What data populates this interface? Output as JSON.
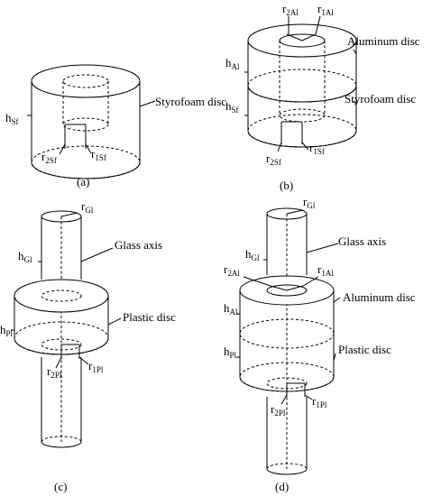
{
  "panels": {
    "a": {
      "caption": "(a)",
      "h_label": {
        "main": "h",
        "sub": "Sf"
      },
      "r1_label": {
        "main": "r",
        "sub": "1Sf"
      },
      "r2_label": {
        "main": "r",
        "sub": "2Sf"
      },
      "disc_label": "Styrofoam disc"
    },
    "b": {
      "caption": "(b)",
      "r2al_label": {
        "main": "r",
        "sub": "2Al"
      },
      "r1al_label": {
        "main": "r",
        "sub": "1Al"
      },
      "hal_label": {
        "main": "h",
        "sub": "Al"
      },
      "hsf_label": {
        "main": "h",
        "sub": "Sf"
      },
      "r2sf_label": {
        "main": "r",
        "sub": "2Sf"
      },
      "r1sf_label": {
        "main": "r",
        "sub": "1Sf"
      },
      "aluminum_label": "Aluminum disc",
      "styrofoam_label": "Styrofoam disc"
    },
    "c": {
      "caption": "(c)",
      "rgl_label": {
        "main": "r",
        "sub": "Gl"
      },
      "hgl_label": {
        "main": "h",
        "sub": "Gl"
      },
      "hpl_label": {
        "main": "h",
        "sub": "Pl"
      },
      "r2pl_label": {
        "main": "r",
        "sub": "2Pl"
      },
      "r1pl_label": {
        "main": "r",
        "sub": "1Pl"
      },
      "glass_label": "Glass axis",
      "plastic_label": "Plastic disc"
    },
    "d": {
      "caption": "(d)",
      "rgl_label": {
        "main": "r",
        "sub": "Gl"
      },
      "hgl_label": {
        "main": "h",
        "sub": "Gl"
      },
      "r2al_label": {
        "main": "r",
        "sub": "2Al"
      },
      "r1al_label": {
        "main": "r",
        "sub": "1Al"
      },
      "hal_label": {
        "main": "h",
        "sub": "Al"
      },
      "hpl_label": {
        "main": "h",
        "sub": "Pl"
      },
      "r2pl_label": {
        "main": "r",
        "sub": "2Pl"
      },
      "r1pl_label": {
        "main": "r",
        "sub": "1Pl"
      },
      "glass_label": "Glass axis",
      "aluminum_label": "Aluminum disc",
      "plastic_label": "Plastic disc"
    }
  }
}
